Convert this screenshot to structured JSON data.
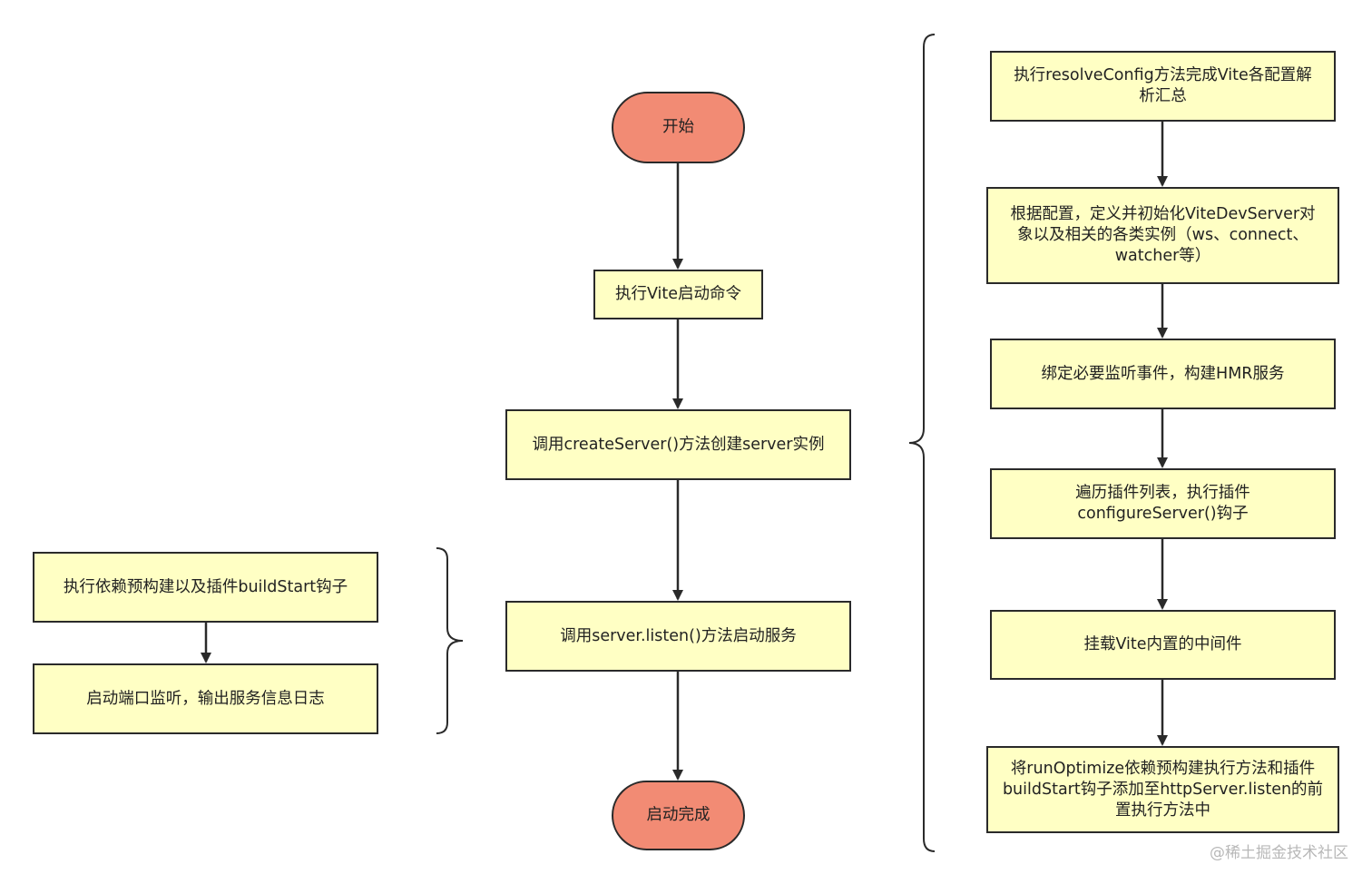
{
  "main_flow": {
    "start": "开始",
    "step1": "执行Vite启动命令",
    "step2": "调用createServer()方法创建server实例",
    "step3": "调用server.listen()方法启动服务",
    "end": "启动完成"
  },
  "create_server_details": {
    "s1_line1": "执行resolveConfig方法完成Vite各配置解",
    "s1_line2": "析汇总",
    "s2_line1": "根据配置，定义并初始化ViteDevServer对",
    "s2_line2": "象以及相关的各类实例（ws、connect、",
    "s2_line3": "watcher等）",
    "s3": "绑定必要监听事件，构建HMR服务",
    "s4_line1": "遍历插件列表，执行插件",
    "s4_line2": "configureServer()钩子",
    "s5": "挂载Vite内置的中间件",
    "s6_line1": "将runOptimize依赖预构建执行方法和插件",
    "s6_line2": "buildStart钩子添加至httpServer.listen的前",
    "s6_line3": "置执行方法中"
  },
  "listen_details": {
    "l1": "执行依赖预构建以及插件buildStart钩子",
    "l2": "启动端口监听，输出服务信息日志"
  },
  "watermark": "@稀土掘金技术社区",
  "colors": {
    "process_fill": "#ffffc4",
    "terminal_fill": "#f28b74",
    "stroke": "#2a2a2a"
  }
}
